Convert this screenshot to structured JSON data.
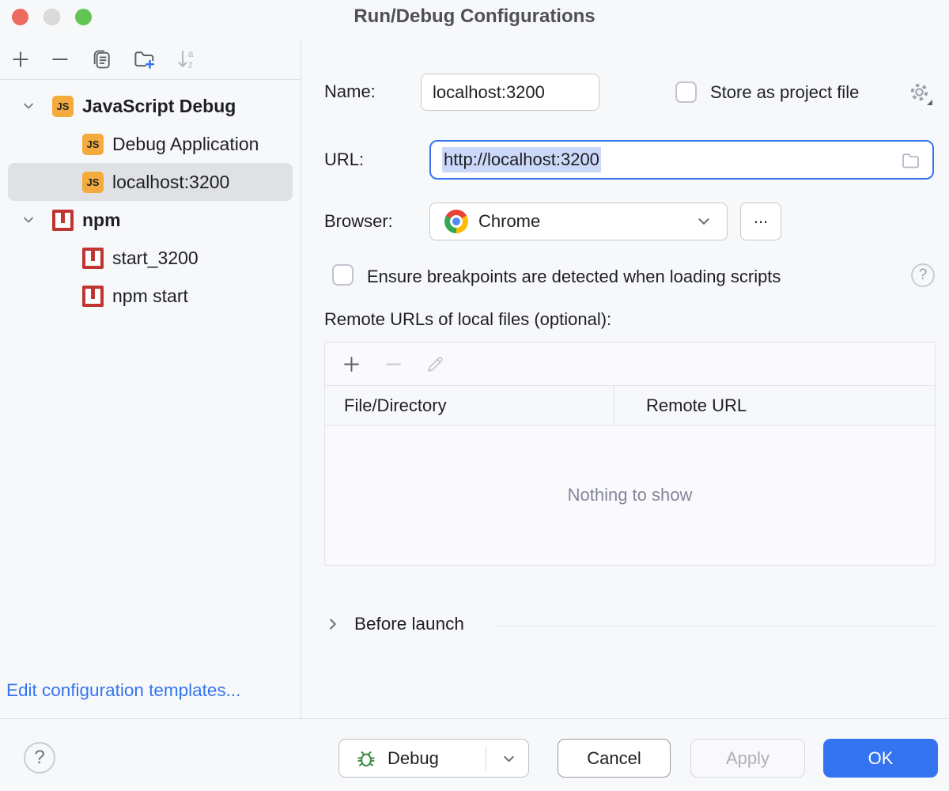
{
  "window": {
    "title": "Run/Debug Configurations"
  },
  "sidebar": {
    "toolbar": [
      "add",
      "remove",
      "copy",
      "new-folder",
      "sort-alphabetically"
    ],
    "tree": [
      {
        "label": "JavaScript Debug",
        "icon": "js",
        "level": 0,
        "bold": true,
        "expanded": true
      },
      {
        "label": "Debug Application",
        "icon": "js",
        "level": 1
      },
      {
        "label": "localhost:3200",
        "icon": "js",
        "level": 1,
        "selected": true
      },
      {
        "label": "npm",
        "icon": "npm",
        "level": 0,
        "bold": true,
        "expanded": true
      },
      {
        "label": "start_3200",
        "icon": "npm",
        "level": 1
      },
      {
        "label": "npm start",
        "icon": "npm",
        "level": 1
      }
    ],
    "edit_templates_link": "Edit configuration templates..."
  },
  "form": {
    "name_label": "Name:",
    "name_value": "localhost:3200",
    "store_label": "Store as project file",
    "url_label": "URL:",
    "url_value": "http://localhost:3200",
    "browser_label": "Browser:",
    "browser_value": "Chrome",
    "more_label": "...",
    "ensure_label": "Ensure breakpoints are detected when loading scripts",
    "remote_urls_label": "Remote URLs of local files (optional):",
    "table": {
      "columns": [
        "File/Directory",
        "Remote URL"
      ],
      "rows": [],
      "empty_text": "Nothing to show"
    },
    "before_launch_label": "Before launch"
  },
  "footer": {
    "debug_label": "Debug",
    "cancel_label": "Cancel",
    "apply_label": "Apply",
    "ok_label": "OK"
  },
  "icons": {
    "js_badge": "JS",
    "help_glyph": "?"
  },
  "colors": {
    "accent": "#3574F0",
    "text_selection_bg": "#CBD8F8",
    "tree_selected_bg": "#DFE1E5",
    "js_icon_bg": "#F5AA3D",
    "npm_icon_red": "#BE3532",
    "ok_button_bg": "#3574F0",
    "link_blue": "#3574F0",
    "bug_green": "#3D8B40",
    "traffic_red": "#EC6A5E",
    "traffic_gray": "#DBDBDB",
    "traffic_green": "#62C554",
    "empty_text_gray": "#83869A",
    "dialog_bg": "#F7F8FA"
  }
}
